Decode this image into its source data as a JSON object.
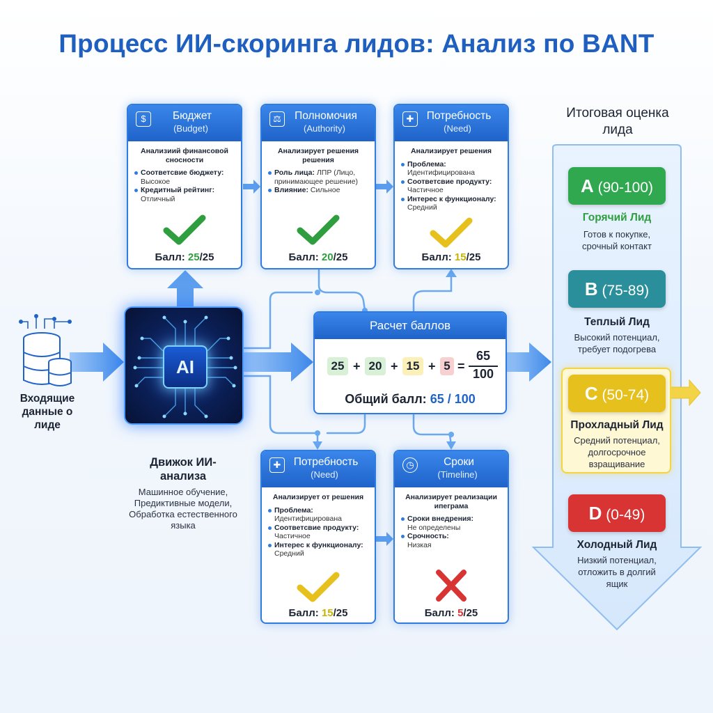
{
  "title": "Процесс ИИ-скоринга лидов: Анализ по BANT",
  "input": {
    "label": "Входящие данные о лиде",
    "icon": "database-icon"
  },
  "engine": {
    "chip_label": "AI",
    "title": "Движок ИИ-анализа",
    "description": "Машинное обучение, Предиктивные модели, Обработка естественного языка"
  },
  "cards": {
    "budget": {
      "title": "Бюджет",
      "subtitle": "(Budget)",
      "icon": "dollar-hand-icon",
      "desc": "Анализиий финансовой сносности",
      "items": [
        {
          "k": "Соответсвие бюджету:",
          "v": "Высокое"
        },
        {
          "k": "Кредитный рейтинг:",
          "v": "Отличный"
        }
      ],
      "score_label": "Балл:",
      "score_value": "25",
      "score_max": "/25",
      "status": "check-green"
    },
    "authority": {
      "title": "Полномочия",
      "subtitle": "(Authority)",
      "icon": "gavel-icon",
      "desc": "Анализирует решения решения",
      "items": [
        {
          "k": "Роль лица:",
          "v": "ЛПР (Лицо, принимающее решение)"
        },
        {
          "k": "Влияние:",
          "v": "Сильное"
        }
      ],
      "score_label": "Балл:",
      "score_value": "20",
      "score_max": "/25",
      "status": "check-green"
    },
    "need_top": {
      "title": "Потребность",
      "subtitle": "(Need)",
      "icon": "puzzle-icon",
      "desc": "Анализирует решения",
      "items": [
        {
          "k": "Проблема:",
          "v": "Идентифицирована"
        },
        {
          "k": "Соответсвие продукту:",
          "v": "Частичное"
        },
        {
          "k": "Интерес к функционалу:",
          "v": "Средний"
        }
      ],
      "score_label": "Балл:",
      "score_value": "15",
      "score_max": "/25",
      "status": "check-yellow"
    },
    "need_bottom": {
      "title": "Потребность",
      "subtitle": "(Need)",
      "icon": "puzzle-icon",
      "desc": "Анализирует от решения",
      "items": [
        {
          "k": "Проблема:",
          "v": "Идентифицирована"
        },
        {
          "k": "Соответсвие продукту:",
          "v": "Частичное"
        },
        {
          "k": "Интерес к функционалу:",
          "v": "Средний"
        }
      ],
      "score_label": "Балл:",
      "score_value": "15",
      "score_max": "/25",
      "status": "check-yellow"
    },
    "timeline": {
      "title": "Сроки",
      "subtitle": "(Timeline)",
      "icon": "clock-icon",
      "desc": "Анализирует реализации ипеграма",
      "items": [
        {
          "k": "Сроки внедрения:",
          "v": "Не определены"
        },
        {
          "k": "Срочность:",
          "v": "Низкая"
        }
      ],
      "score_label": "Балл:",
      "score_value": "5",
      "score_max": "/25",
      "status": "cross-red"
    }
  },
  "calc": {
    "title": "Расчет баллов",
    "terms": [
      "25",
      "20",
      "15",
      "5"
    ],
    "plus": "+",
    "equals": "=",
    "sum": "65",
    "max": "100",
    "total_label": "Общий балл:",
    "total_value": "65 / 100"
  },
  "final": {
    "title": "Итоговая оценка лида",
    "grades": [
      {
        "letter": "A",
        "range": "(90-100)",
        "name": "Горячий Лид",
        "desc": "Готов к покупке, срочный контакт",
        "color": "#2fa84f"
      },
      {
        "letter": "B",
        "range": "(75-89)",
        "name": "Теплый Лид",
        "desc": "Высокий потенциал, требует подогрева",
        "color": "#2a8f9b"
      },
      {
        "letter": "C",
        "range": "(50-74)",
        "name": "Прохладный Лид",
        "desc": "Средний потенциал, долгосрочное взращивание",
        "color": "#e6c11d"
      },
      {
        "letter": "D",
        "range": "(0-49)",
        "name": "Холодный Лид",
        "desc": "Низкий потенциал, отложить в долгий ящик",
        "color": "#d93434"
      }
    ]
  },
  "colors": {
    "accent": "#1f63c9",
    "green": "#2e9e3e",
    "yellow": "#e6c11d",
    "red": "#d93434"
  }
}
